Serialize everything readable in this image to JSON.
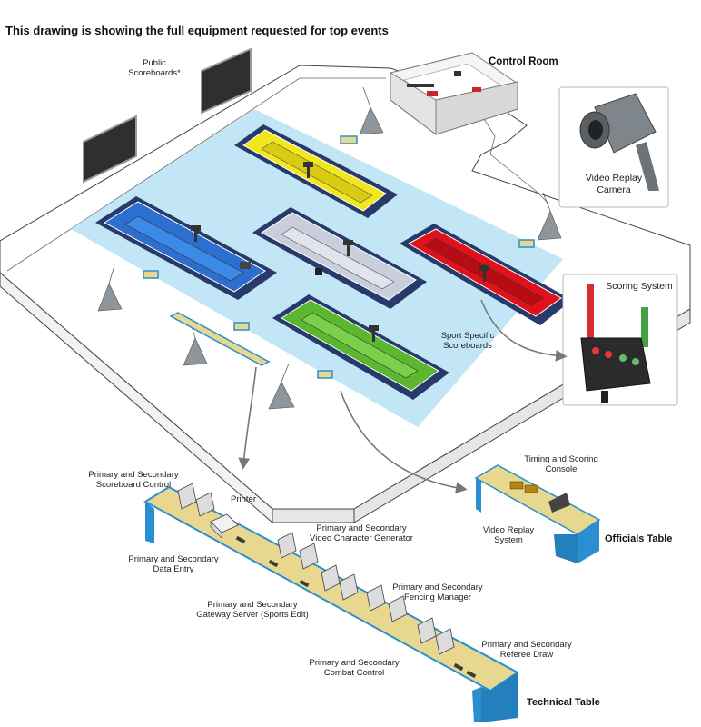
{
  "title": "This drawing is showing the full equipment requested for top events",
  "labels": {
    "public_scoreboards": [
      "Public",
      "Scoreboards*"
    ],
    "control_room": "Control Room",
    "video_replay_camera": [
      "Video Replay",
      "Camera"
    ],
    "scoring_system": "Scoring System",
    "sport_specific_scoreboards": [
      "Sport Specific",
      "Scoreboards"
    ],
    "officials_table": "Officials Table",
    "technical_table": "Technical Table",
    "timing_scoring_console": [
      "Timing and Scoring",
      "Console"
    ],
    "video_replay_system": [
      "Video Replay",
      "System"
    ],
    "primary_secondary_scoreboard_control": [
      "Primary and Secondary",
      "Scoreboard Control"
    ],
    "printer": "Printer",
    "primary_secondary_video_char_gen": [
      "Primary and Secondary",
      "Video Character Generator"
    ],
    "primary_secondary_data_entry": [
      "Primary and Secondary",
      "Data Entry"
    ],
    "primary_secondary_fencing_manager": [
      "Primary and Secondary",
      "Fencing Manager"
    ],
    "primary_secondary_gateway_server": [
      "Primary and Secondary",
      "Gateway Server (Sports Edit)"
    ],
    "primary_secondary_referee_draw": [
      "Primary and Secondary",
      "Referee Draw"
    ],
    "primary_secondary_combat_control": [
      "Primary and Secondary",
      "Combat Control"
    ]
  },
  "pistes": [
    {
      "name": "yellow-piste",
      "color": "#f2e61c"
    },
    {
      "name": "blue-piste",
      "color": "#2d6fd0"
    },
    {
      "name": "silver-piste",
      "color": "#c9cedd"
    },
    {
      "name": "red-piste",
      "color": "#e0111b"
    },
    {
      "name": "green-piste",
      "color": "#5bb630"
    }
  ],
  "colors": {
    "floor": "#c3e6f6",
    "piste_surround": "#283a6a",
    "table_top": "#e8d78e",
    "table_side": "#2a8fd0",
    "arrow": "#777777"
  }
}
